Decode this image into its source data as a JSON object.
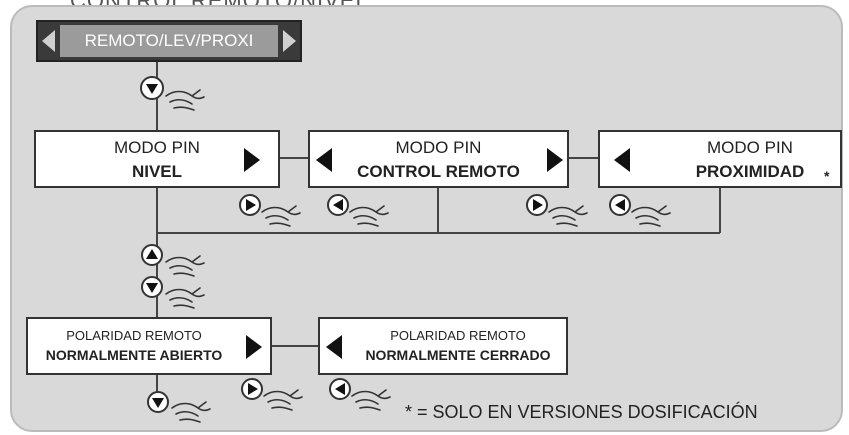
{
  "page_title": "CONTROL REMOTO/NIVEL",
  "header": {
    "label": "REMOTO/LEV/PROXI"
  },
  "mode_boxes": [
    {
      "line1": "MODO PIN",
      "line2": "NIVEL"
    },
    {
      "line1": "MODO PIN",
      "line2": "CONTROL REMOTO"
    },
    {
      "line1": "MODO PIN",
      "line2": "PROXIMIDAD",
      "mark": "*"
    }
  ],
  "polarity_boxes": [
    {
      "line1": "POLARIDAD REMOTO",
      "line2": "NORMALMENTE ABIERTO"
    },
    {
      "line1": "POLARIDAD REMOTO",
      "line2": "NORMALMENTE CERRADO"
    }
  ],
  "buttons": [
    {
      "icon": "down-arrow-button-icon"
    },
    {
      "icon": "right-arrow-button-icon"
    },
    {
      "icon": "left-arrow-button-icon"
    },
    {
      "icon": "right-arrow-button-icon"
    },
    {
      "icon": "left-arrow-button-icon"
    },
    {
      "icon": "up-arrow-button-icon"
    },
    {
      "icon": "down-arrow-button-icon"
    },
    {
      "icon": "down-arrow-button-icon"
    },
    {
      "icon": "right-arrow-button-icon"
    },
    {
      "icon": "left-arrow-button-icon"
    }
  ],
  "footnote": "* = SOLO EN VERSIONES DOSIFICACIÓN",
  "colors": {
    "panel": "#d9d9d9",
    "header_outer": "#3a3a3a",
    "header_inner": "#9b9b9b",
    "box": "#ffffff",
    "line": "#333333"
  }
}
